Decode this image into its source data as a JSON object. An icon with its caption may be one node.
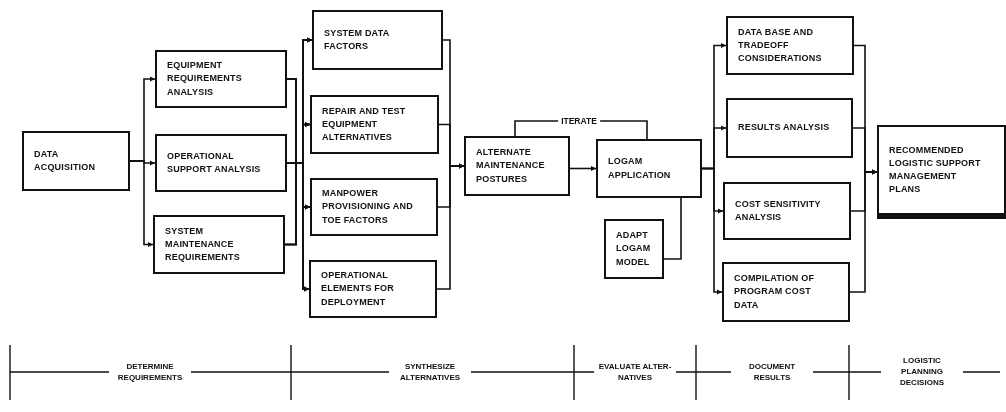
{
  "diagram": {
    "nodes": [
      {
        "text": [
          "DATA ACQUISITION"
        ]
      },
      {
        "text": [
          "EQUIPMENT REQUIREMENTS ANALYSIS"
        ]
      },
      {
        "text": [
          "OPERATIONAL SUPPORT ANALYSIS"
        ]
      },
      {
        "text": [
          "SYSTEM MAINTENANCE REQUIREMENTS"
        ]
      },
      {
        "text": [
          "SYSTEM DATA FACTORS"
        ]
      },
      {
        "text": [
          "REPAIR AND TEST EQUIPMENT ALTERNATIVES"
        ]
      },
      {
        "text": [
          "MANPOWER PROVISIONING AND TOE FACTORS"
        ]
      },
      {
        "text": [
          "OPERATIONAL ELEMENTS FOR DEPLOYMENT"
        ]
      },
      {
        "text": [
          "ALTERNATE MAINTENANCE POSTURES"
        ]
      },
      {
        "text": [
          "LOGAM APPLICATION"
        ]
      },
      {
        "text": [
          "ADAPT LOGAM MODEL"
        ]
      },
      {
        "text": [
          "DATA BASE AND TRADEOFF CONSIDERATIONS"
        ]
      },
      {
        "text": [
          "RESULTS ANALYSIS"
        ]
      },
      {
        "text": [
          "COST SENSITIVITY ANALYSIS"
        ]
      },
      {
        "text": [
          "COMPILATION OF PROGRAM COST DATA"
        ]
      },
      {
        "text": [
          "RECOMMENDED LOGISTIC SUPPORT MANAGEMENT PLANS"
        ]
      }
    ],
    "edges": [
      {
        "from": 0,
        "to": 1,
        "arrow": "to"
      },
      {
        "from": 0,
        "to": 2,
        "arrow": "to"
      },
      {
        "from": 0,
        "to": 3,
        "arrow": "to"
      },
      {
        "from": 1,
        "to": 4,
        "arrow": "to"
      },
      {
        "from": 1,
        "to": 5,
        "arrow": "to"
      },
      {
        "from": 1,
        "to": 6,
        "arrow": "to"
      },
      {
        "from": 1,
        "to": 7,
        "arrow": "to"
      },
      {
        "from": 2,
        "to": 4,
        "arrow": "to"
      },
      {
        "from": 2,
        "to": 5,
        "arrow": "to"
      },
      {
        "from": 2,
        "to": 6,
        "arrow": "to"
      },
      {
        "from": 2,
        "to": 7,
        "arrow": "to"
      },
      {
        "from": 3,
        "to": 4,
        "arrow": "to"
      },
      {
        "from": 3,
        "to": 5,
        "arrow": "to"
      },
      {
        "from": 3,
        "to": 6,
        "arrow": "to"
      },
      {
        "from": 3,
        "to": 7,
        "arrow": "to"
      },
      {
        "from": 4,
        "to": 8,
        "arrow": "to"
      },
      {
        "from": 5,
        "to": 8,
        "arrow": "to"
      },
      {
        "from": 6,
        "to": 8,
        "arrow": "to"
      },
      {
        "from": 7,
        "to": 8,
        "arrow": "to"
      },
      {
        "from": 8,
        "to": 9,
        "arrow": "to"
      },
      {
        "from": 8,
        "to": 9,
        "arrow": "none",
        "label": "ITERATE"
      },
      {
        "from": 10,
        "to": 9,
        "arrow": "none"
      },
      {
        "from": 9,
        "to": 11,
        "arrow": "to"
      },
      {
        "from": 9,
        "to": 12,
        "arrow": "to"
      },
      {
        "from": 9,
        "to": 13,
        "arrow": "to"
      },
      {
        "from": 9,
        "to": 14,
        "arrow": "to"
      },
      {
        "from": 11,
        "to": 15,
        "arrow": "to"
      },
      {
        "from": 12,
        "to": 15,
        "arrow": "to"
      },
      {
        "from": 13,
        "to": 15,
        "arrow": "to"
      },
      {
        "from": 14,
        "to": 15,
        "arrow": "to"
      }
    ],
    "labels": [
      "DETERMINE REQUIREMENTS",
      "SYNTHESIZE ALTERNATIVES",
      "EVALUATE ALTER- NATIVES",
      "DOCUMENT RESULTS",
      "LOGISTIC PLANNING DECISIONS"
    ]
  }
}
